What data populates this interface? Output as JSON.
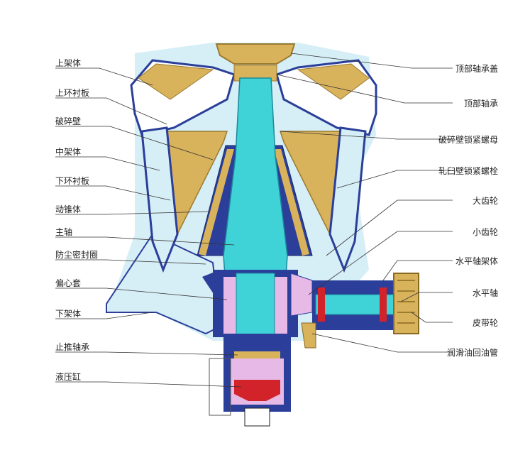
{
  "diagram": {
    "left_labels": [
      "上架体",
      "上环衬板",
      "破碎壁",
      "中架体",
      "下环衬板",
      "动锥体",
      "主轴",
      "防尘密封圈",
      "偏心套",
      "下架体",
      "止推轴承",
      "液压缸"
    ],
    "right_labels": [
      "顶部轴承盖",
      "顶部轴承",
      "破碎壁锁紧螺母",
      "轧臼壁锁紧螺栓",
      "大齿轮",
      "小齿轮",
      "水平轴架体",
      "水平轴",
      "皮带轮",
      "润滑油回油管"
    ],
    "colors": {
      "frame_blue": "#2b3f9a",
      "shaft_cyan": "#3fd3d8",
      "liner_tan": "#d9b35c",
      "fill_lightblue": "#d6eef6",
      "red_part": "#d2232a",
      "pink_part": "#e7b9e6"
    }
  }
}
